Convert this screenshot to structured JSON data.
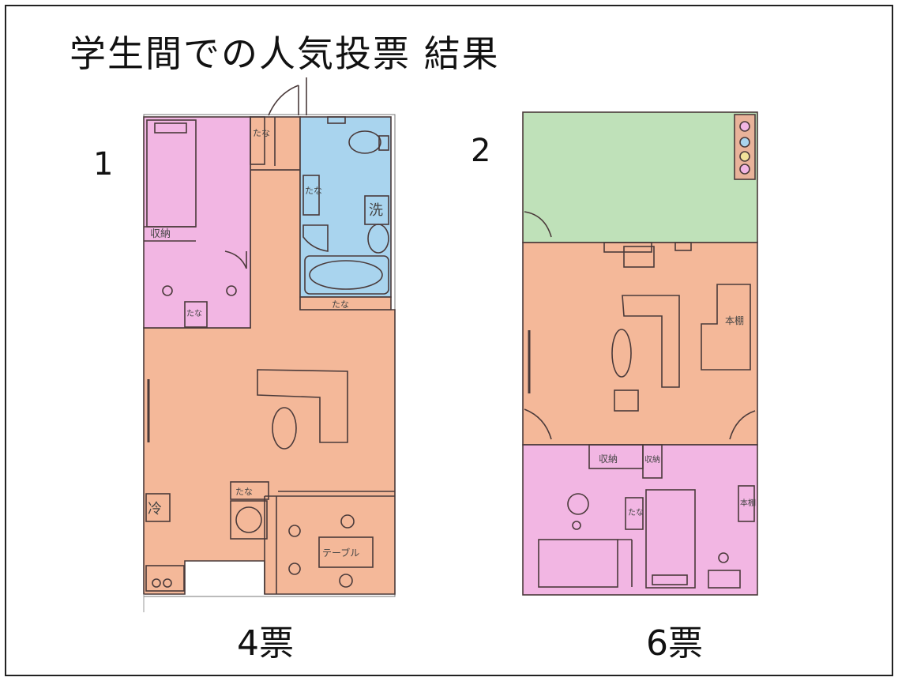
{
  "title": "学生間での人気投票  結果",
  "colors": {
    "bedroom": "#f2b6e3",
    "living": "#f4b899",
    "bath": "#a9d4ee",
    "garden": "#bfe1b9",
    "line": "#4a3a3a"
  },
  "plans": [
    {
      "rank": "1",
      "votes": "4票",
      "labels": {
        "shelf_top": "たな",
        "storage": "収納",
        "shelf_small": "たな",
        "shelf_bath": "たな",
        "sink": "洗",
        "shelf_bath_bottom": "たな",
        "fridge": "冷",
        "shelf_kitchen": "たな",
        "table": "テーブル"
      }
    },
    {
      "rank": "2",
      "votes": "6票",
      "labels": {
        "closet": "収納",
        "storage": "収納",
        "shelf_a": "たな",
        "shelf_b": "本棚",
        "shelf_c": "本棚"
      }
    }
  ]
}
